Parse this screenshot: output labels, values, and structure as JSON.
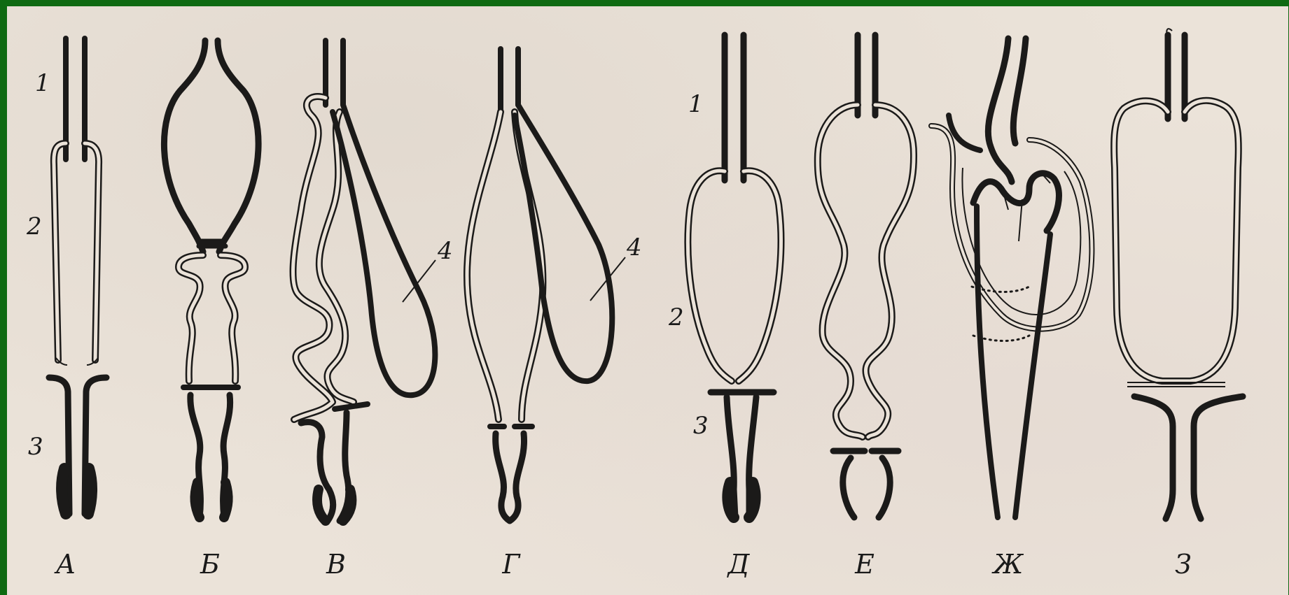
{
  "diagram": {
    "panels": [
      {
        "letter": "А"
      },
      {
        "letter": "Б"
      },
      {
        "letter": "В"
      },
      {
        "letter": "Г"
      },
      {
        "letter": "Д"
      },
      {
        "letter": "Е"
      },
      {
        "letter": "Ж"
      },
      {
        "letter": "З"
      }
    ],
    "part_numbers": {
      "one": "1",
      "two": "2",
      "three": "3",
      "four": "4"
    }
  },
  "colors": {
    "border": "#0f6a12",
    "paper": "#ebe3d9",
    "ink": "#1b1a19"
  }
}
